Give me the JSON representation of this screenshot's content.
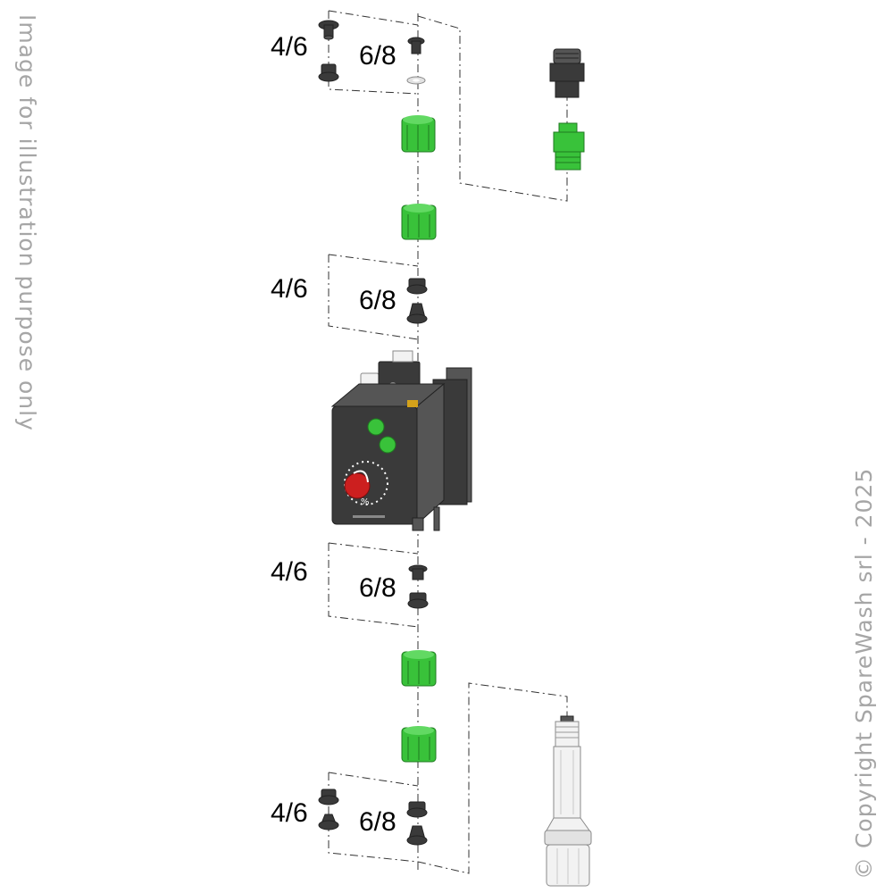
{
  "side_notes": {
    "left": "Image for illustration purpose only",
    "right": "© Copyright SpareWash srl - 2025"
  },
  "labels": [
    {
      "id": "g1-a",
      "text": "4/6"
    },
    {
      "id": "g1-b",
      "text": "6/8"
    },
    {
      "id": "g2-a",
      "text": "4/6"
    },
    {
      "id": "g2-b",
      "text": "6/8"
    },
    {
      "id": "g3-a",
      "text": "4/6"
    },
    {
      "id": "g3-b",
      "text": "6/8"
    },
    {
      "id": "g4-a",
      "text": "4/6"
    },
    {
      "id": "g4-b",
      "text": "6/8"
    }
  ],
  "colors": {
    "fitting_green": "#39c23a",
    "part_dark": "#3a3a3a",
    "knob_red": "#cc1f1f",
    "side_text_gray": "#a6a6a6"
  },
  "pump_symbol": "%"
}
